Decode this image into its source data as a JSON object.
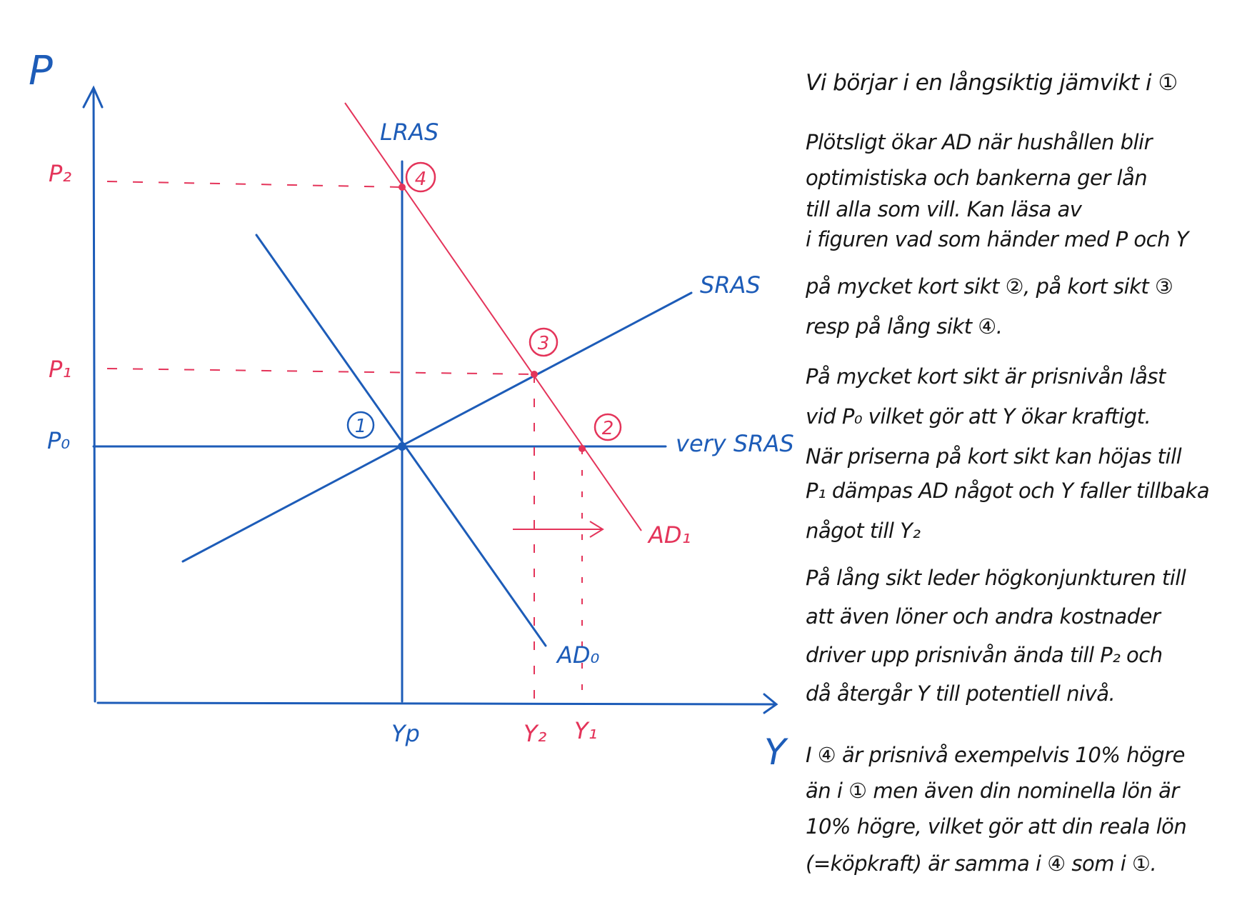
{
  "colors": {
    "blue": "#1d5cb8",
    "red": "#e4345a",
    "ink": "#161616"
  },
  "diagram": {
    "axis_p": "P",
    "axis_y": "Y",
    "curves": {
      "lras": "LRAS",
      "sras": "SRAS",
      "very_sras": "very SRAS",
      "ad0": "AD₀",
      "ad1": "AD₁"
    },
    "price_levels": {
      "p0": "P₀",
      "p1": "P₁",
      "p2": "P₂"
    },
    "output_levels": {
      "yp": "Yp",
      "y2": "Y₂",
      "y1": "Y₁"
    },
    "points": [
      "1",
      "2",
      "3",
      "4"
    ]
  },
  "notes": {
    "p0": [
      "Vi börjar i en långsiktig jämvikt i ①"
    ],
    "p1": [
      "Plötsligt ökar AD när hushållen blir",
      "optimistiska och bankerna ger lån",
      "till alla som vill. Kan läsa av",
      "i figuren vad som händer med P och Y",
      "på mycket kort sikt ②, på kort sikt ③",
      "resp på lång sikt ④."
    ],
    "p2": [
      "På mycket kort sikt är prisnivån låst",
      "vid P₀ vilket gör att Y ökar kraftigt.",
      "När priserna på kort sikt kan höjas till",
      "P₁ dämpas AD något och Y faller tillbaka",
      "något till Y₂"
    ],
    "p3": [
      "På lång sikt leder högkonjunkturen till",
      "att även löner och andra kostnader",
      "driver upp prisnivån ända till P₂ och",
      "då återgår Y till potentiell nivå."
    ],
    "p4": [
      "I ④ är prisnivå exempelvis 10% högre",
      "än i ① men även din nominella lön är",
      "10% högre, vilket gör att din reala lön",
      "(=köpkraft) är samma i ④ som i ①."
    ]
  }
}
